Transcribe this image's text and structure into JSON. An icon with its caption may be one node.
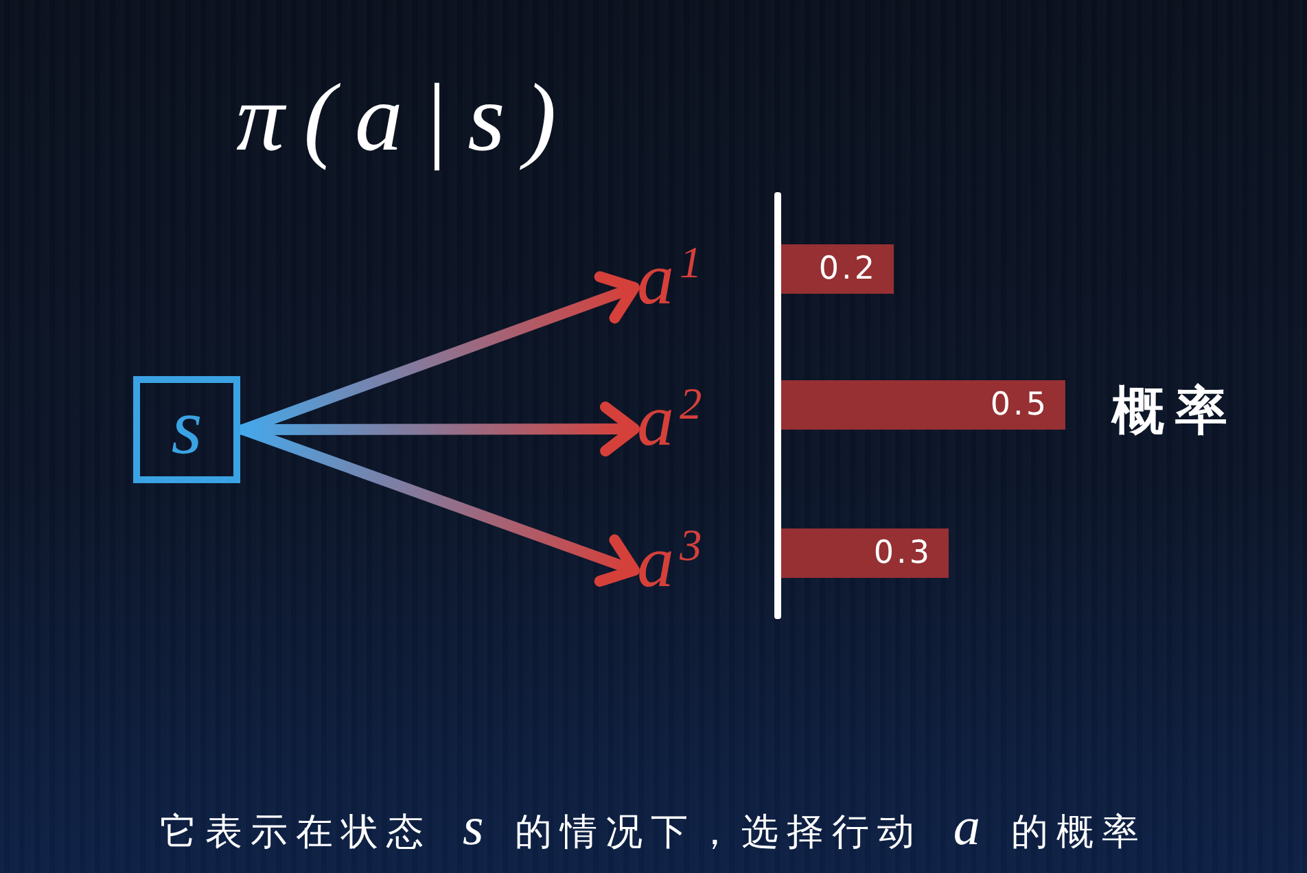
{
  "diagram": {
    "title": "π(a|s)",
    "caption": "它表示在状态 *s* 的情况下，选择行动 *a* 的概率",
    "nodes": [
      {
        "text": [
          "s"
        ]
      },
      {
        "text": [
          "a$^{1}$"
        ]
      },
      {
        "text": [
          "a$^{2}$"
        ]
      },
      {
        "text": [
          "a$^{3}$"
        ]
      },
      {
        "text": [
          "0.2"
        ]
      },
      {
        "text": [
          "0.5"
        ]
      },
      {
        "text": [
          "0.3"
        ]
      }
    ],
    "edges": [
      {
        "from": 0,
        "to": 1,
        "arrow": "to"
      },
      {
        "from": 0,
        "to": 2,
        "arrow": "to"
      },
      {
        "from": 0,
        "to": 3,
        "arrow": "to"
      }
    ],
    "labels": [
      "概率"
    ]
  }
}
